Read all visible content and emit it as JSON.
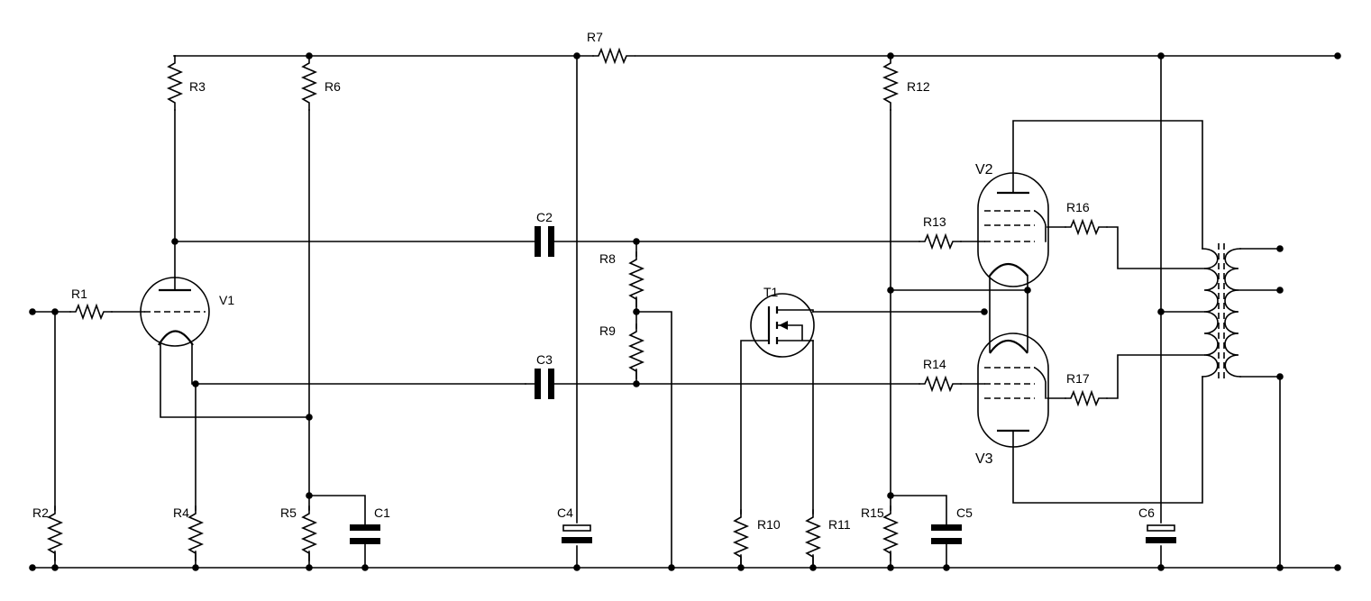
{
  "labels": {
    "R1": "R1",
    "R2": "R2",
    "R3": "R3",
    "R4": "R4",
    "R5": "R5",
    "R6": "R6",
    "R7": "R7",
    "R8": "R8",
    "R9": "R9",
    "R10": "R10",
    "R11": "R11",
    "R12": "R12",
    "R13": "R13",
    "R14": "R14",
    "R15": "R15",
    "R16": "R16",
    "R17": "R17",
    "C1": "C1",
    "C2": "C2",
    "C3": "C3",
    "C4": "C4",
    "C5": "C5",
    "C6": "C6",
    "V1": "V1",
    "V2": "V2",
    "V3": "V3",
    "T1": "T1"
  },
  "colors": {
    "ink": "#000000",
    "background": "#ffffff"
  }
}
